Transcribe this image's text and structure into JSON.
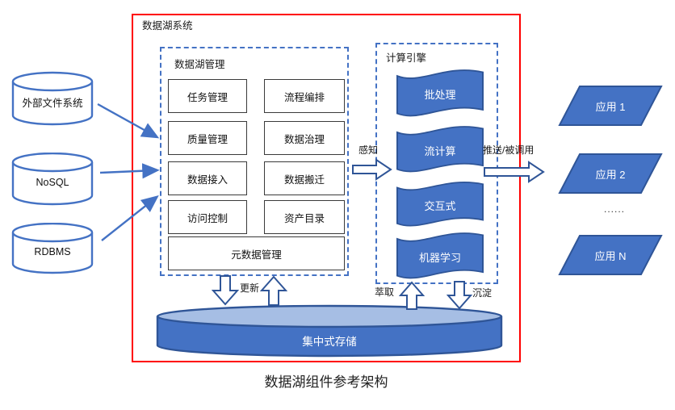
{
  "title": {
    "caption": "数据湖组件参考架构"
  },
  "system": {
    "label": "数据湖系统"
  },
  "sources": {
    "items": [
      {
        "label": "外部文件系统"
      },
      {
        "label": "NoSQL"
      },
      {
        "label": "RDBMS"
      }
    ]
  },
  "management": {
    "label": "数据湖管理",
    "modules": [
      "任务管理",
      "流程编排",
      "质量管理",
      "数据治理",
      "数据接入",
      "数据搬迁",
      "访问控制",
      "资产目录"
    ],
    "wide_module": "元数据管理"
  },
  "engine": {
    "label": "计算引擎",
    "engines": [
      "批处理",
      "流计算",
      "交互式",
      "机器学习"
    ]
  },
  "storage": {
    "label": "集中式存储"
  },
  "apps": {
    "items": [
      "应用 1",
      "应用 2",
      "应用 N"
    ],
    "ellipsis": "......"
  },
  "flows": {
    "perceive": "感知",
    "push": "推送/被调用",
    "update": "更新",
    "extract": "萃取",
    "settle": "沉淀"
  },
  "colors": {
    "accent_blue": "#4472C4",
    "outline_dark_blue": "#2F5597",
    "light_blue": "#A6BEE4",
    "frame_red": "#FF0000"
  }
}
